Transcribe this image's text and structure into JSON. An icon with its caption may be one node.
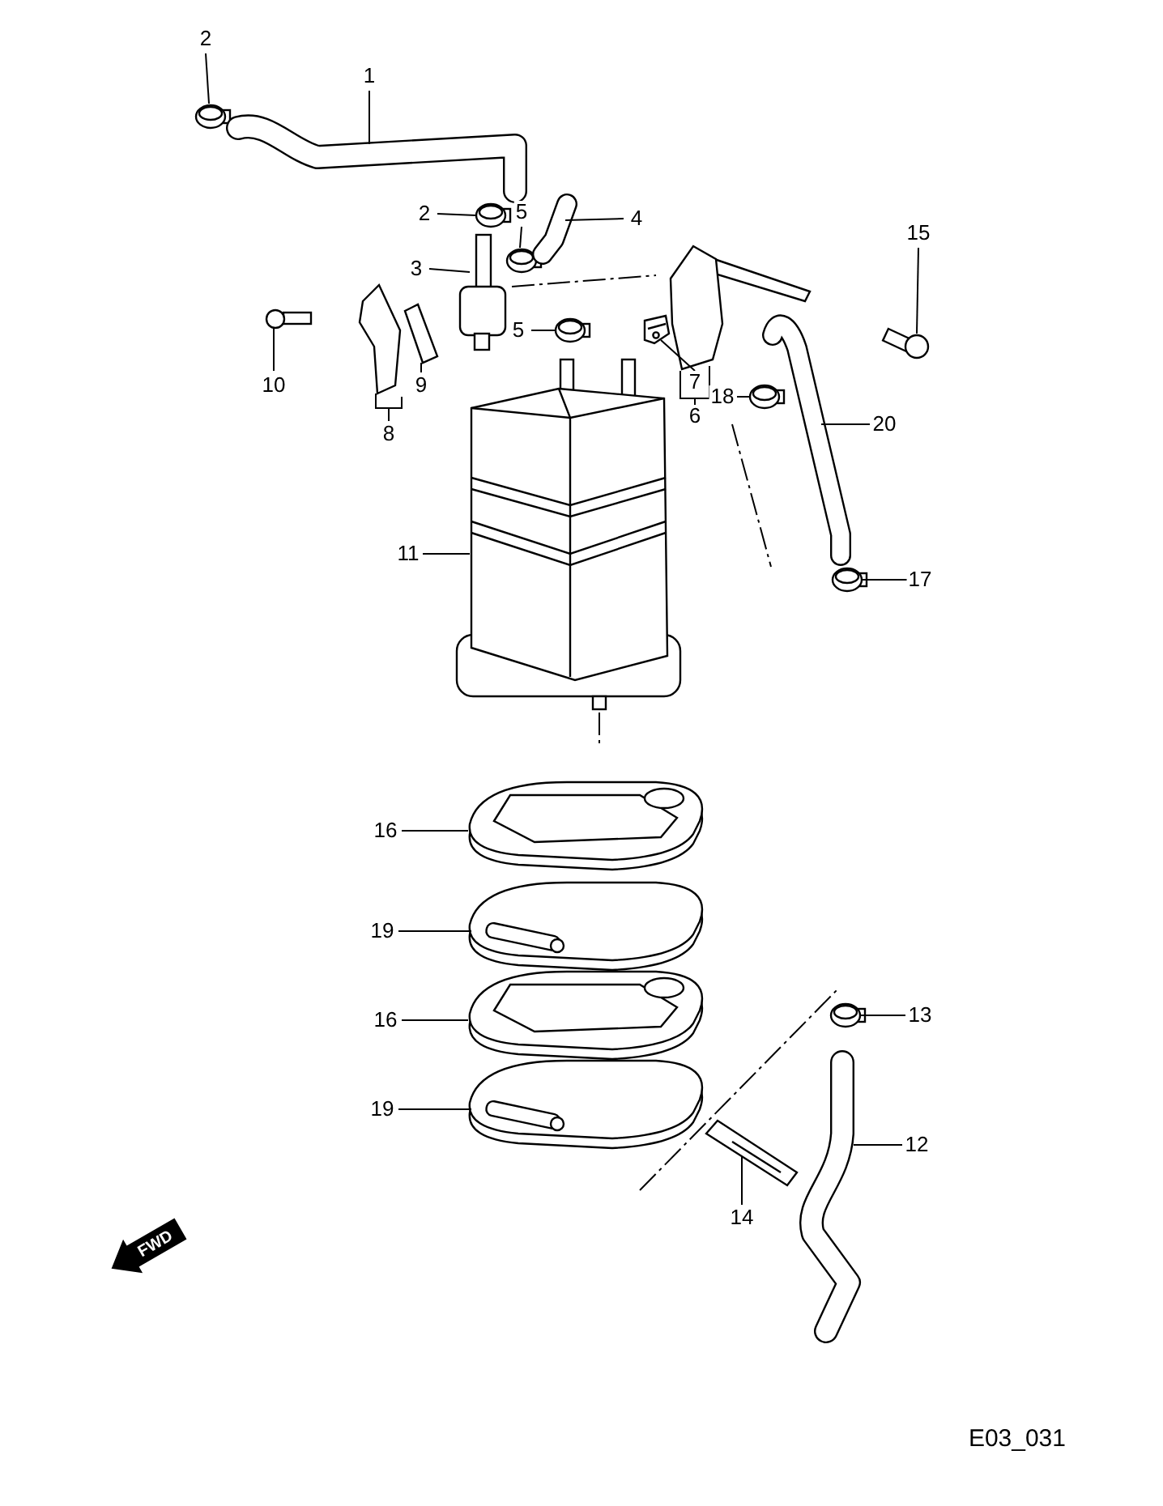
{
  "diagram": {
    "nodes": [
      {
        "text": [
          "2"
        ]
      },
      {
        "text": [],
        "shape": "picture"
      },
      {
        "text": [
          "1"
        ]
      },
      {
        "text": [],
        "shape": "picture"
      },
      {
        "text": [
          "2"
        ]
      },
      {
        "text": [],
        "shape": "picture"
      },
      {
        "text": [
          "5"
        ]
      },
      {
        "text": [],
        "shape": "picture"
      },
      {
        "text": [
          "4"
        ]
      },
      {
        "text": [],
        "shape": "picture"
      },
      {
        "text": [
          "3"
        ]
      },
      {
        "text": [],
        "shape": "picture"
      },
      {
        "text": [
          "5"
        ]
      },
      {
        "text": [],
        "shape": "picture"
      },
      {
        "text": [
          "15"
        ]
      },
      {
        "text": [],
        "shape": "picture"
      },
      {
        "text": [
          "10"
        ]
      },
      {
        "text": [],
        "shape": "picture"
      },
      {
        "text": [
          "9"
        ]
      },
      {
        "text": [],
        "shape": "picture"
      },
      {
        "text": [
          "8"
        ]
      },
      {
        "text": [],
        "shape": "picture"
      },
      {
        "text": [
          "6"
        ]
      },
      {
        "text": [],
        "shape": "picture"
      },
      {
        "text": [
          "7"
        ]
      },
      {
        "text": [],
        "shape": "picture"
      },
      {
        "text": [
          "18"
        ]
      },
      {
        "text": [],
        "shape": "picture"
      },
      {
        "text": [
          "20"
        ]
      },
      {
        "text": [],
        "shape": "picture"
      },
      {
        "text": [
          "11"
        ]
      },
      {
        "text": [],
        "shape": "picture"
      },
      {
        "text": [
          "17"
        ]
      },
      {
        "text": [],
        "shape": "picture"
      },
      {
        "text": [
          "16"
        ]
      },
      {
        "text": [],
        "shape": "picture"
      },
      {
        "text": [
          "19"
        ]
      },
      {
        "text": [],
        "shape": "picture"
      },
      {
        "text": [
          "16"
        ]
      },
      {
        "text": [],
        "shape": "picture"
      },
      {
        "text": [
          "13"
        ]
      },
      {
        "text": [],
        "shape": "picture"
      },
      {
        "text": [
          "19"
        ]
      },
      {
        "text": [],
        "shape": "picture"
      },
      {
        "text": [
          "12"
        ]
      },
      {
        "text": [],
        "shape": "picture"
      },
      {
        "text": [
          "14"
        ]
      },
      {
        "text": [],
        "shape": "picture"
      }
    ],
    "edges": [
      {
        "from": 0,
        "to": 1,
        "arrow": "none"
      },
      {
        "from": 2,
        "to": 3,
        "arrow": "none"
      },
      {
        "from": 4,
        "to": 5,
        "arrow": "none"
      },
      {
        "from": 6,
        "to": 7,
        "arrow": "none"
      },
      {
        "from": 8,
        "to": 9,
        "arrow": "none"
      },
      {
        "from": 10,
        "to": 11,
        "arrow": "none"
      },
      {
        "from": 12,
        "to": 13,
        "arrow": "none"
      },
      {
        "from": 14,
        "to": 15,
        "arrow": "none"
      },
      {
        "from": 16,
        "to": 17,
        "arrow": "none"
      },
      {
        "from": 18,
        "to": 19,
        "arrow": "none"
      },
      {
        "from": 20,
        "to": 21,
        "arrow": "none"
      },
      {
        "from": 22,
        "to": 23,
        "arrow": "none"
      },
      {
        "from": 24,
        "to": 25,
        "arrow": "none"
      },
      {
        "from": 26,
        "to": 27,
        "arrow": "none"
      },
      {
        "from": 28,
        "to": 29,
        "arrow": "none"
      },
      {
        "from": 30,
        "to": 31,
        "arrow": "none"
      },
      {
        "from": 32,
        "to": 33,
        "arrow": "none"
      },
      {
        "from": 34,
        "to": 35,
        "arrow": "none"
      },
      {
        "from": 36,
        "to": 37,
        "arrow": "none"
      },
      {
        "from": 38,
        "to": 39,
        "arrow": "none"
      },
      {
        "from": 40,
        "to": 41,
        "arrow": "none"
      },
      {
        "from": 42,
        "to": 43,
        "arrow": "none"
      },
      {
        "from": 44,
        "to": 45,
        "arrow": "none"
      },
      {
        "from": 46,
        "to": 47,
        "arrow": "none"
      }
    ],
    "labels": [
      "FWD",
      "E03_031"
    ]
  }
}
